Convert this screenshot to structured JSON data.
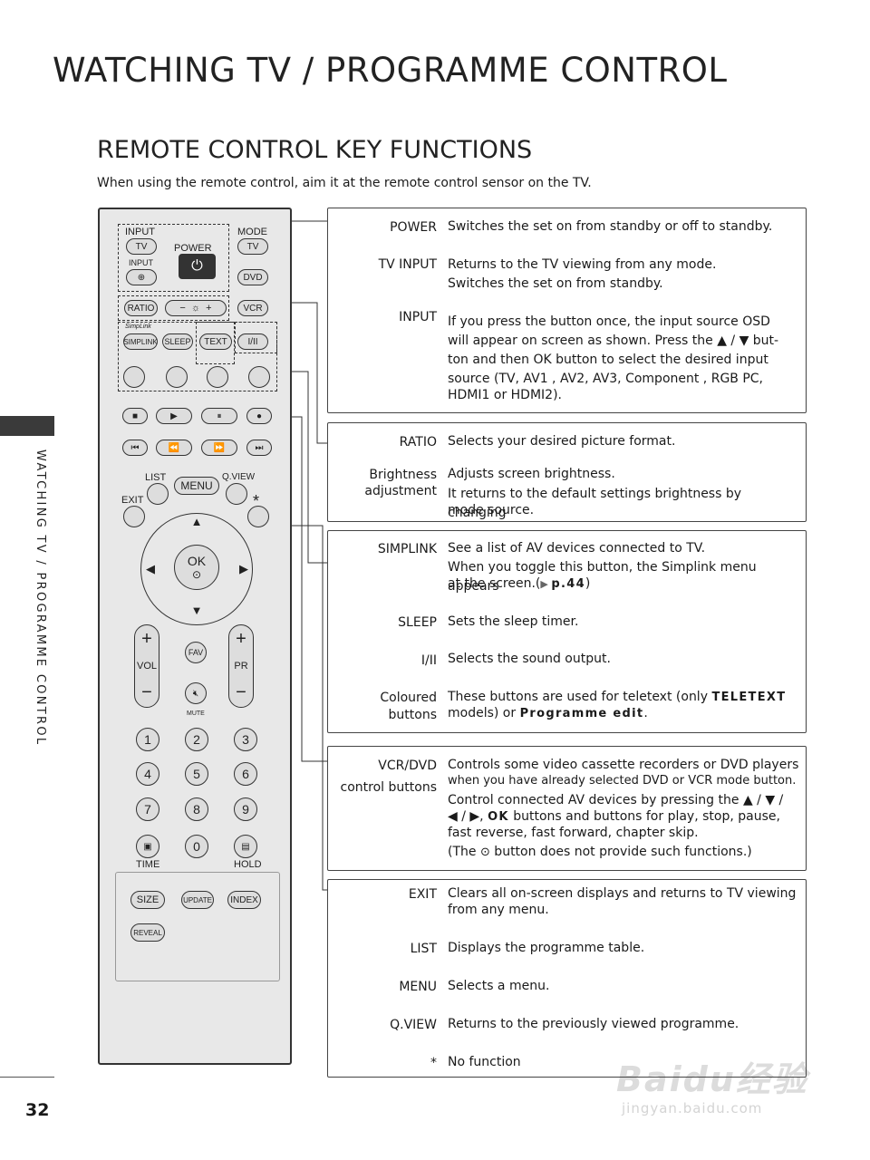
{
  "header": {
    "main_title": "WATCHING TV / PROGRAMME CONTROL",
    "section_title": "REMOTE CONTROL KEY FUNCTIONS",
    "intro": "When using the remote control, aim it at the remote control sensor on the TV."
  },
  "side": {
    "text": "WATCHING TV / PROGRAMME CONTROL"
  },
  "footer": {
    "page_number": "32",
    "watermark": "Baidu经验",
    "watermark_url": "jingyan.baidu.com"
  },
  "remote": {
    "input_label": "INPUT",
    "mode_label": "MODE",
    "tv1": "TV",
    "tv2": "TV",
    "power_label": "POWER",
    "input_small": "INPUT",
    "dvd": "DVD",
    "ratio": "RATIO",
    "vcr": "VCR",
    "simplink_small": "SimpLink",
    "simplink": "SIMPLINK",
    "sleep": "SLEEP",
    "text": "TEXT",
    "i_ii": "I/II",
    "list": "LIST",
    "menu": "MENU",
    "qview": "Q.VIEW",
    "exit": "EXIT",
    "star": "*",
    "ok": "OK",
    "fav": "FAV",
    "vol": "VOL",
    "pr": "PR",
    "mute": "MUTE",
    "n1": "1",
    "n2": "2",
    "n3": "3",
    "n4": "4",
    "n5": "5",
    "n6": "6",
    "n7": "7",
    "n8": "8",
    "n9": "9",
    "n0": "0",
    "time": "TIME",
    "hold": "HOLD",
    "size": "SIZE",
    "update": "UPDATE",
    "index": "INDEX",
    "reveal": "REVEAL"
  },
  "box1": {
    "power_key": "POWER",
    "power_desc": "Switches the set on from standby or off to standby.",
    "tvinput_key": "TV INPUT",
    "tvinput_desc1": "Returns to the TV viewing from any mode.",
    "tvinput_desc2": "Switches the set on from standby.",
    "input_key": "INPUT",
    "input_desc1": "If you press the button once, the input source OSD",
    "input_desc2": "will appear on screen as shown. Press the ▲ / ▼ but-",
    "input_desc3": "ton and then OK button to select the desired input",
    "input_desc4": "source (TV, AV1 , AV2, AV3, Component , RGB PC,",
    "input_desc5": "HDMI1 or HDMI2)."
  },
  "box2": {
    "ratio_key": "RATIO",
    "ratio_desc": "Selects your desired picture format.",
    "bright_key1": "Brightness",
    "bright_key2": "adjustment",
    "bright_desc1": "Adjusts screen brightness.",
    "bright_desc2": "It returns to the default settings brightness by changing",
    "bright_desc3": "mode source."
  },
  "box3": {
    "simplink_key": "SIMPLINK",
    "simplink_desc1": "See a list of AV devices connected to TV.",
    "simplink_desc2": "When you toggle this button, the Simplink menu appears",
    "simplink_desc3": "at the screen.(",
    "simplink_ref": "p.44",
    "simplink_desc4": ")",
    "sleep_key": "SLEEP",
    "sleep_desc": "Sets the sleep timer.",
    "i_ii_key": "I/II",
    "i_ii_desc": "Selects the sound output.",
    "coloured_key1": "Coloured",
    "coloured_key2": "buttons",
    "coloured_desc1": "These buttons are used for teletext (only ",
    "coloured_teletext": "TELETEXT",
    "coloured_desc2": "models) or ",
    "coloured_prog": "Programme edit",
    "coloured_desc3": "."
  },
  "box4": {
    "vcr_key1": "VCR/DVD",
    "vcr_key2": "control buttons",
    "vcr_desc1": "Controls some video cassette recorders or DVD players",
    "vcr_desc2": "when you have already selected DVD or VCR mode button.",
    "vcr_desc3": "Control connected AV devices by pressing the ▲ / ▼ /",
    "vcr_desc4a": "◀ / ▶, ",
    "vcr_ok": "OK",
    "vcr_desc4b": " buttons and buttons for play, stop, pause,",
    "vcr_desc5": "fast reverse, fast forward, chapter skip.",
    "vcr_desc6a": "(The ",
    "vcr_desc6b": " button does not provide such functions.)"
  },
  "box5": {
    "exit_key": "EXIT",
    "exit_desc1": "Clears all on-screen displays and returns to TV viewing",
    "exit_desc2": "from any menu.",
    "list_key": "LIST",
    "list_desc": "Displays the programme table.",
    "menu_key": "MENU",
    "menu_desc": "Selects a menu.",
    "qview_key": "Q.VIEW",
    "qview_desc": "Returns to the previously viewed programme.",
    "star_key": "*",
    "star_desc": "No function"
  }
}
